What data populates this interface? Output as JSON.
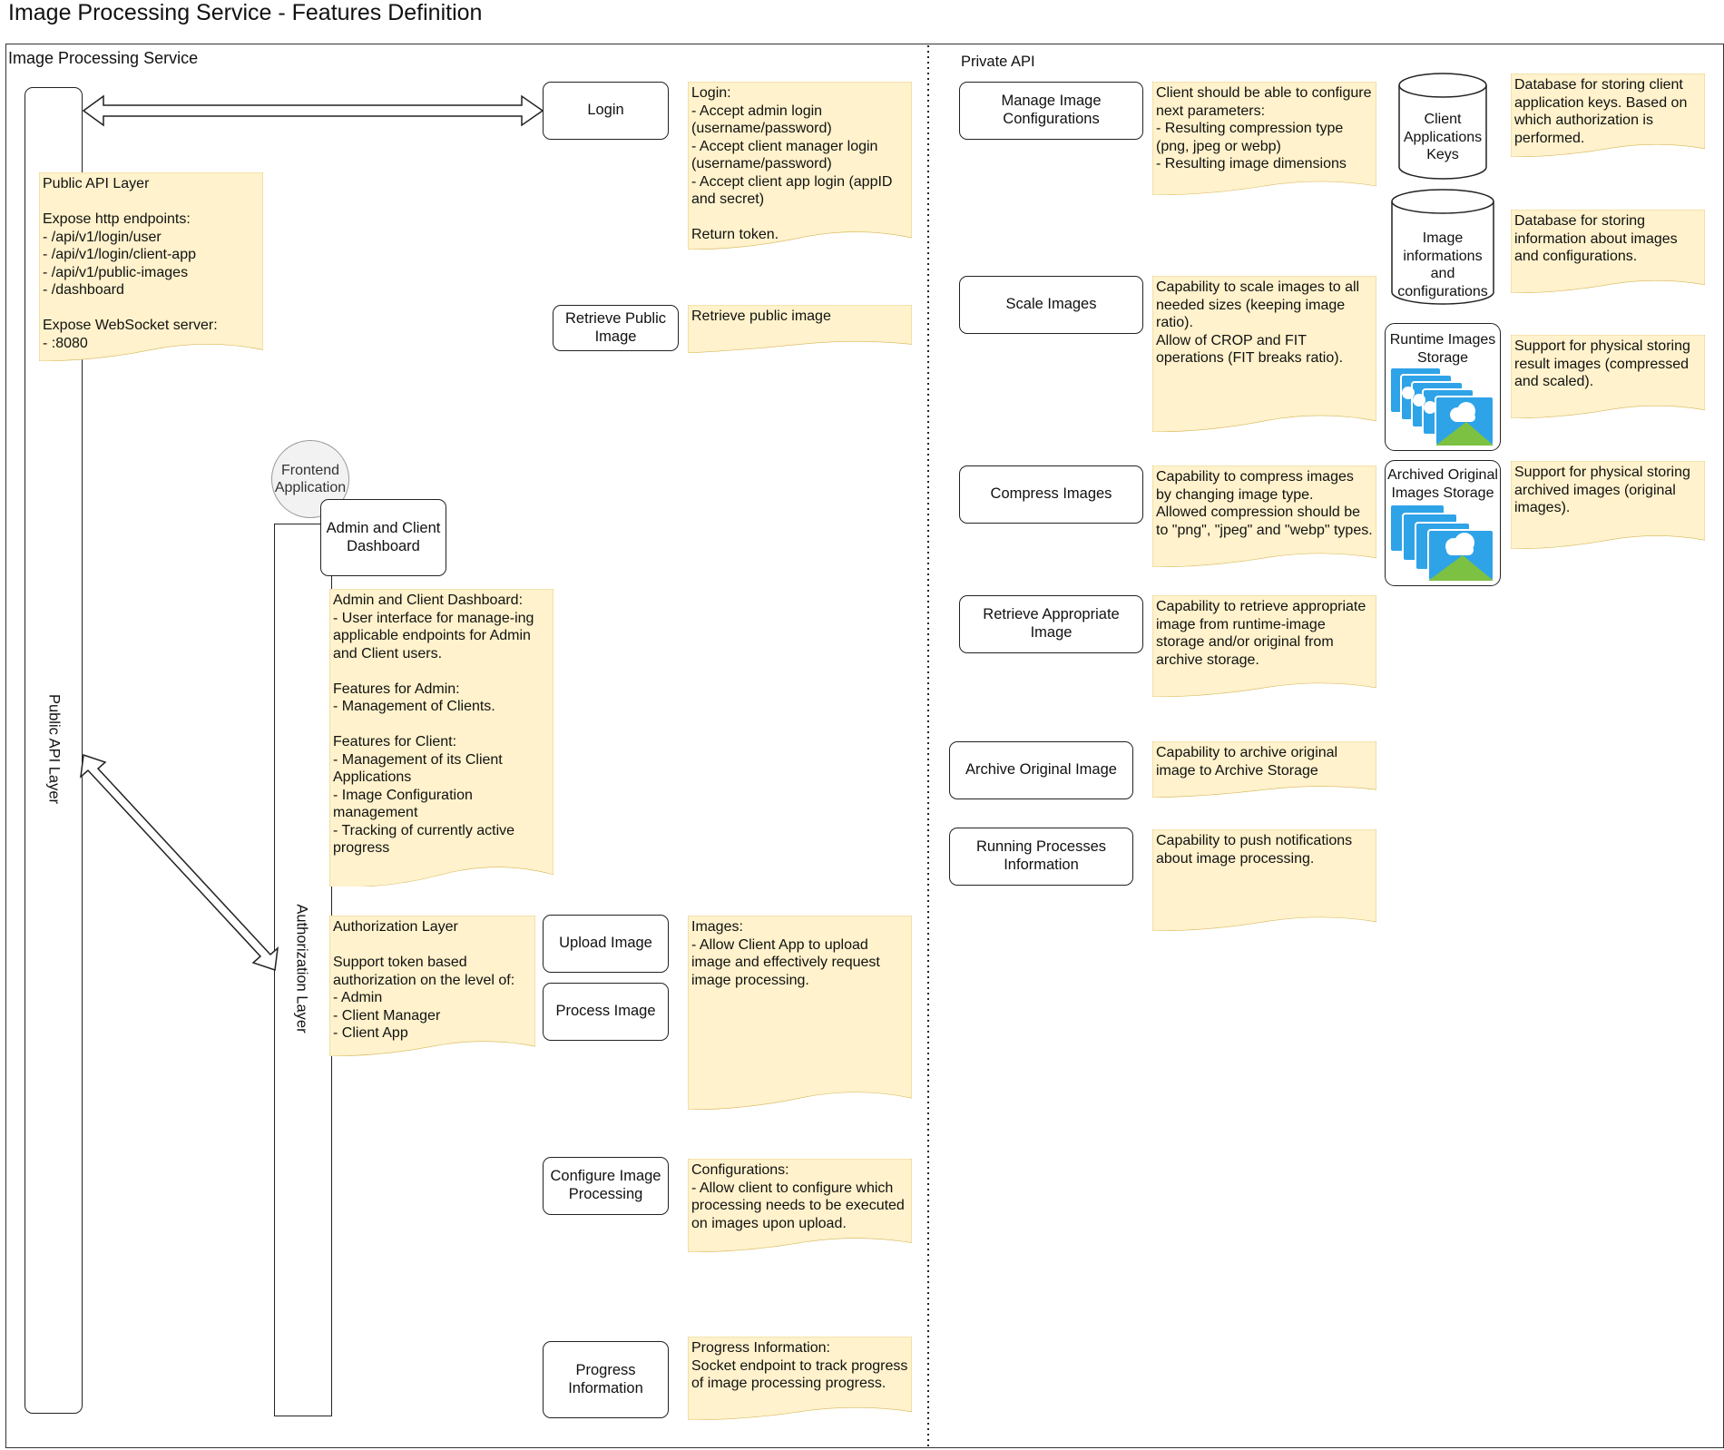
{
  "title": "Image Processing Service - Features Definition",
  "service_label": "Image Processing Service",
  "private_api_label": "Private API",
  "colors": {
    "note_fill": "#fff2cc",
    "note_stroke": "#d6b656",
    "line": "#222222",
    "image_blue": "#2ea3e8",
    "image_green": "#7cc142"
  },
  "layers": {
    "public_api": "Public API Layer",
    "authorization": "Authorization Layer",
    "frontend": "Frontend\nApplication"
  },
  "features": {
    "login": "Login",
    "retrieve_public": "Retrieve Public Image",
    "admin_dashboard": "Admin and Client Dashboard",
    "upload_image": "Upload Image",
    "process_image": "Process Image",
    "configure_processing": "Configure Image Processing",
    "progress_info": "Progress Information",
    "manage_configs": "Manage Image Configurations",
    "scale_images": "Scale Images",
    "compress_images": "Compress Images",
    "retrieve_appropriate": "Retrieve Appropriate Image",
    "archive_original": "Archive Original Image",
    "running_processes": "Running Processes Information"
  },
  "notes": {
    "public_api": "Public API Layer\n\nExpose http endpoints:\n- /api/v1/login/user\n- /api/v1/login/client-app\n- /api/v1/public-images\n- /dashboard\n\nExpose WebSocket server:\n- :8080",
    "login": "Login:\n- Accept admin login (username/password)\n- Accept client manager login (username/password)\n- Accept client app login (appID and secret)\n\nReturn token.",
    "retrieve_public": "Retrieve public image",
    "dashboard": "Admin and Client Dashboard:\n- User interface for manage-ing applicable endpoints for Admin and Client users.\n\nFeatures for Admin:\n- Management of Clients.\n\nFeatures for Client:\n- Management of its Client Applications\n- Image Configuration management\n- Tracking of currently active progress",
    "authorization": "Authorization Layer\n\nSupport token based authorization on the level of:\n- Admin\n- Client Manager\n- Client App",
    "images": "Images:\n- Allow Client App to upload image and effectively request image processing.",
    "configurations": "Configurations:\n- Allow client to configure which processing needs to be executed on images upon upload.",
    "progress": "Progress Information:\nSocket endpoint to track progress of image processing progress.",
    "manage_configs": "Client should be able to configure next parameters:\n- Resulting compression type (png, jpeg or webp)\n- Resulting image dimensions",
    "scale": "Capability to scale images to all needed sizes (keeping image ratio).\nAllow of CROP and FIT operations (FIT breaks ratio).",
    "compress": "Capability to compress images by changing image type.\nAllowed compression should be to \"png\", \"jpeg\" and \"webp\" types.",
    "retrieve_appropriate": "Capability to retrieve appropriate image from runtime-image storage and/or original from archive storage.",
    "archive": "Capability to archive original image to Archive Storage",
    "running": "Capability to push notifications about image processing.",
    "client_keys_db": "Database for storing client application keys. Based on which authorization is performed.",
    "image_info_db": "Database for storing information about images and configurations.",
    "runtime_storage": "Support for physical storing result images (compressed and scaled).",
    "archive_storage": "Support for physical storing archived images (original images)."
  },
  "stores": {
    "client_keys": "Client\nApplications\nKeys",
    "image_info": "Image\ninformations\nand\nconfigurations",
    "runtime_images": "Runtime Images\nStorage",
    "archived_images": "Archived Original\nImages Storage"
  }
}
